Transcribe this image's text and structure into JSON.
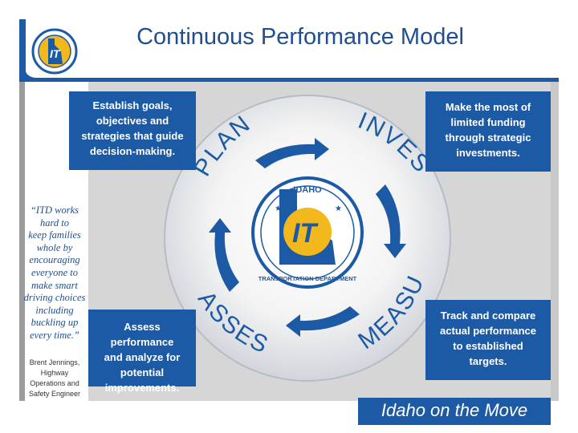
{
  "header": {
    "title": "Continuous Performance Model"
  },
  "cycle": {
    "plan": "PLAN",
    "invest": "INVEST",
    "measure": "MEASURE",
    "assess": "ASSESS"
  },
  "boxes": {
    "plan": [
      "Establish goals,",
      "objectives and",
      "strategies that guide",
      "decision-making."
    ],
    "invest": [
      "Make the most of",
      "limited funding",
      "through strategic",
      "investments."
    ],
    "assess": [
      "Assess performance",
      "and analyze for",
      "potential",
      "improvements."
    ],
    "measure": [
      "Track and compare",
      "actual performance",
      "to established",
      "targets."
    ]
  },
  "logo": {
    "top_text": "IDAHO",
    "ring_text": "TRANSPORTATION DEPARTMENT",
    "monogram": "IT"
  },
  "quote": {
    "lines": [
      "“ITD works",
      "hard to",
      "keep families",
      "whole by",
      "encouraging",
      "everyone to",
      "make smart",
      "driving choices",
      "including",
      "buckling up",
      "every time.”"
    ],
    "attribution": [
      "Brent Jennings,",
      "Highway",
      "Operations and",
      "Safety Engineer"
    ]
  },
  "tagline": "Idaho on the Move",
  "colors": {
    "brand_blue": "#1c5aa6",
    "gray": "#d6d6d6"
  }
}
